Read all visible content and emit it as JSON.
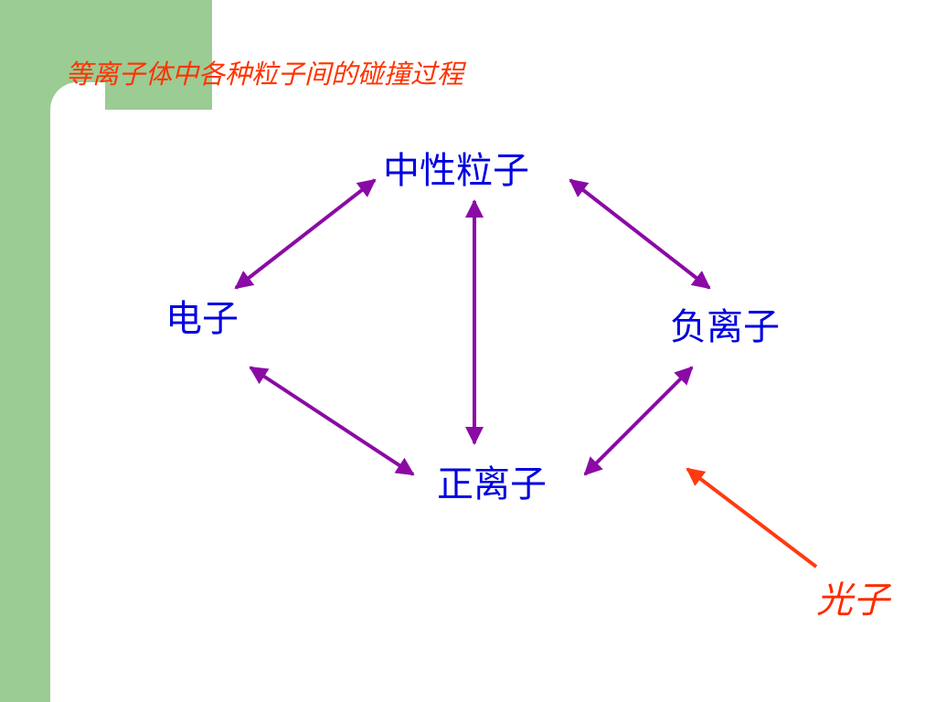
{
  "slide": {
    "title": "等离子体中各种粒子间的碰撞过程"
  },
  "nodes": {
    "neutral": "中性粒子",
    "electron": "电子",
    "negative_ion": "负离子",
    "positive_ion": "正离子",
    "photon": "光子"
  },
  "colors": {
    "band": "#9bcc93",
    "title": "#ff3300",
    "node_text": "#0000e0",
    "bidirectional_arrow": "#8b0aa5",
    "photon_arrow": "#ff3a10",
    "photon_text": "#ff2a00"
  },
  "connections": [
    {
      "from": "neutral",
      "to": "electron",
      "style": "bidirectional"
    },
    {
      "from": "neutral",
      "to": "negative_ion",
      "style": "bidirectional"
    },
    {
      "from": "neutral",
      "to": "positive_ion",
      "style": "bidirectional"
    },
    {
      "from": "electron",
      "to": "positive_ion",
      "style": "bidirectional"
    },
    {
      "from": "negative_ion",
      "to": "positive_ion",
      "style": "bidirectional"
    },
    {
      "from": "photon",
      "to": "system",
      "style": "single"
    }
  ]
}
